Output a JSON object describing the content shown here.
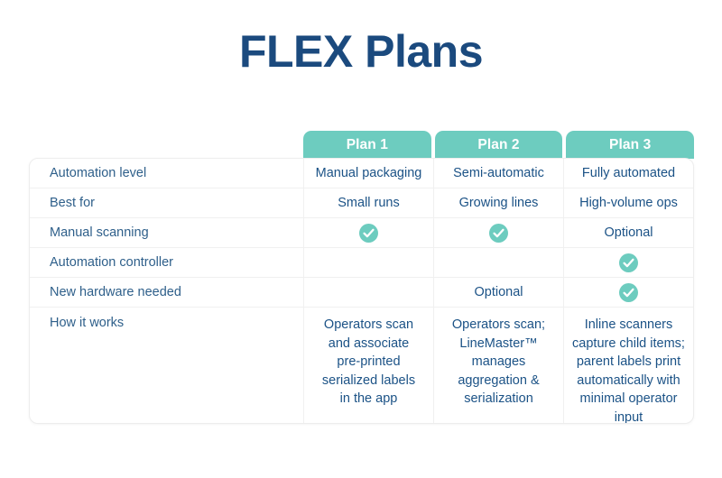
{
  "page": {
    "title": "FLEX Plans",
    "title_color": "#1B4A7E",
    "accent_color": "#6DCCBF",
    "background": "#ffffff"
  },
  "table": {
    "feature_column_header": "",
    "plans": [
      {
        "name": "Plan 1"
      },
      {
        "name": "Plan 2"
      },
      {
        "name": "Plan 3"
      }
    ],
    "rows": [
      {
        "label": "Automation level",
        "values": [
          "Manual packaging",
          "Semi-automatic",
          "Fully automated"
        ],
        "types": [
          "text",
          "text",
          "text"
        ]
      },
      {
        "label": "Best for",
        "values": [
          "Small runs",
          "Growing lines",
          "High-volume ops"
        ],
        "types": [
          "text",
          "text",
          "text"
        ]
      },
      {
        "label": "Manual scanning",
        "values": [
          "",
          "",
          "Optional"
        ],
        "types": [
          "check",
          "check",
          "text"
        ]
      },
      {
        "label": "Automation controller",
        "values": [
          "",
          "",
          ""
        ],
        "types": [
          "empty",
          "empty",
          "check"
        ]
      },
      {
        "label": "New hardware needed",
        "values": [
          "",
          "Optional",
          ""
        ],
        "types": [
          "empty",
          "text",
          "check"
        ]
      },
      {
        "label": "How it works",
        "values": [
          "Operators scan\nand associate\npre-printed\nserialized labels\nin the app",
          "Operators scan;\nLineMaster™\nmanages\naggregation &\nserialization",
          "Inline scanners\ncapture child items;\nparent labels print\nautomatically with\nminimal operator\ninput"
        ],
        "types": [
          "text",
          "text",
          "text"
        ]
      }
    ]
  },
  "icons": {
    "check": "check-circle-icon"
  }
}
